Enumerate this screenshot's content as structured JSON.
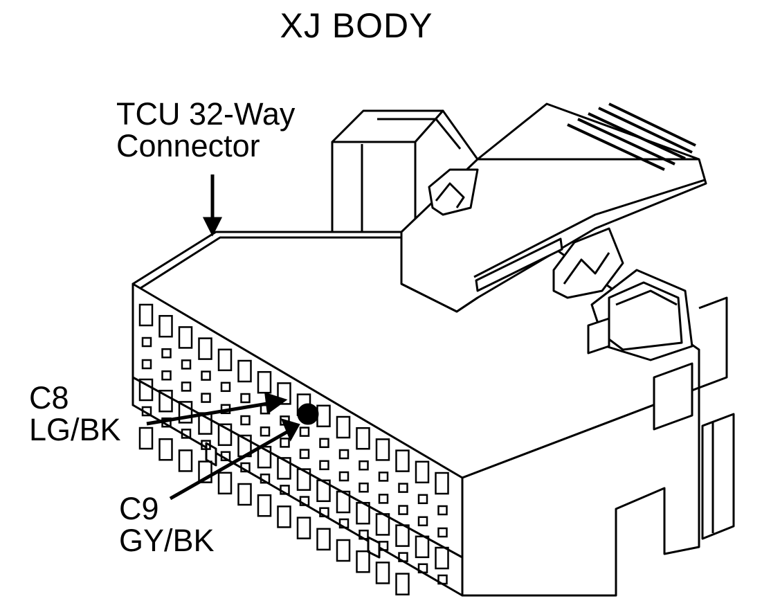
{
  "title": "XJ BODY",
  "connector": {
    "line1": "TCU 32-Way",
    "line2": "Connector"
  },
  "pins": [
    {
      "pin": "C8",
      "wire": "LG/BK"
    },
    {
      "pin": "C9",
      "wire": "GY/BK"
    }
  ],
  "colors": {
    "ink": "#000000",
    "paper": "#ffffff"
  }
}
